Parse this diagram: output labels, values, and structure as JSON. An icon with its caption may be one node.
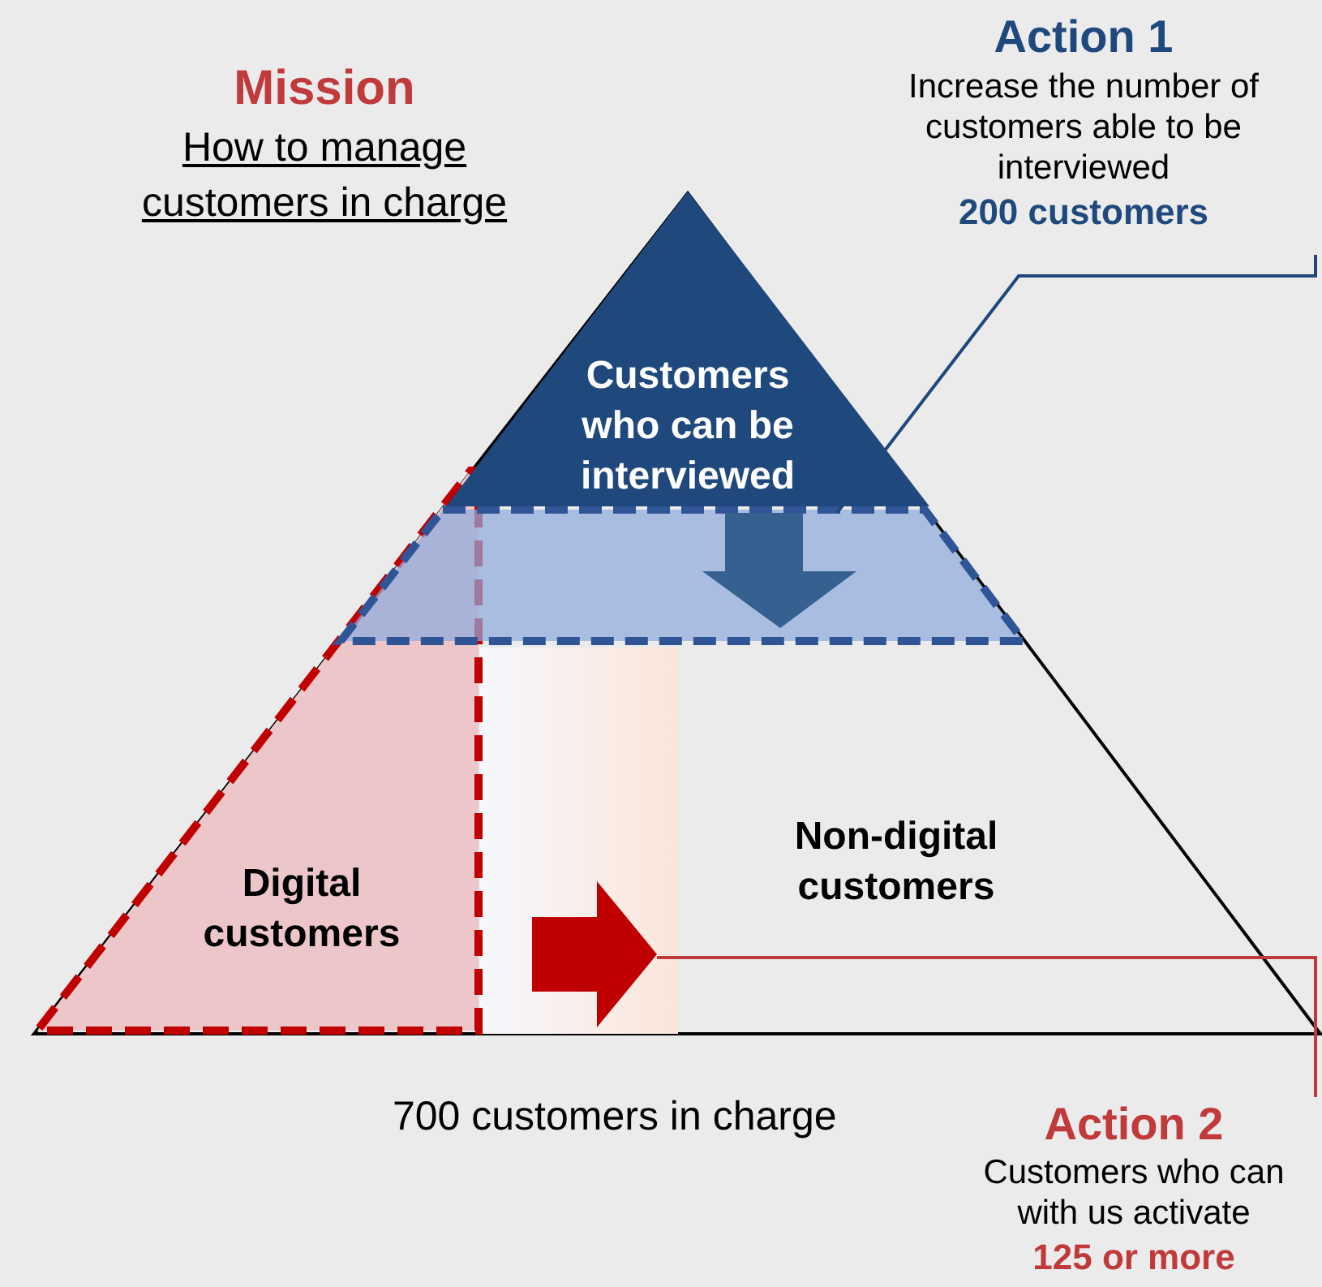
{
  "diagram": {
    "nodes": [
      {
        "text": [
          "Mission",
          "How to manage customers in charge"
        ]
      },
      {
        "text": [
          "Action 1",
          "Increase the number of customers able to be interviewed",
          "200 customers"
        ]
      },
      {
        "text": [],
        "shape": "triangle"
      },
      {
        "text": [
          "Customers who can be interviewed"
        ],
        "in": 2
      },
      {
        "text": [],
        "shape": "band",
        "in": 2
      },
      {
        "text": [],
        "shape": "arrow",
        "in": 4
      },
      {
        "text": [
          "Digital customers"
        ],
        "in": 2
      },
      {
        "text": [
          "Non-digital customers"
        ],
        "in": 2
      },
      {
        "text": [],
        "shape": "arrow",
        "in": 2
      },
      {
        "text": [
          "Action 2",
          "Customers who can with us activate",
          "125 or more"
        ]
      }
    ],
    "edges": [
      {
        "from": 1,
        "to": 5,
        "arrow": "none",
        "color": "#1f497d"
      },
      {
        "from": 9,
        "to": 8,
        "arrow": "none",
        "color": "#c0393b"
      }
    ],
    "labels": [
      "700 customers in charge"
    ]
  }
}
